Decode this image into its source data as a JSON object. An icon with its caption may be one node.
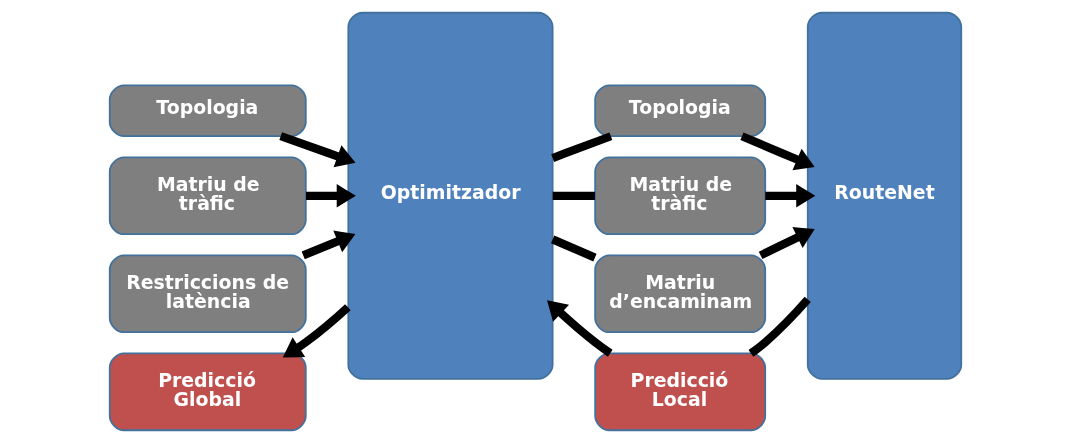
{
  "diagram": {
    "nodes": [
      {
        "text": [
          "Topologia"
        ]
      },
      {
        "text": [
          "Matriu de tràfic"
        ]
      },
      {
        "text": [
          "Restriccions de latència"
        ]
      },
      {
        "text": [
          "Predicció Global"
        ]
      },
      {
        "text": [
          "Optimitzador"
        ]
      },
      {
        "text": [
          "Topologia"
        ]
      },
      {
        "text": [
          "Matriu de tràfic"
        ]
      },
      {
        "text": [
          "Matriu d’encaminam"
        ]
      },
      {
        "text": [
          "Predicció Local"
        ]
      },
      {
        "text": [
          "RouteNet"
        ]
      }
    ],
    "edges": [
      {
        "from": 0,
        "to": 4,
        "arrow": "to"
      },
      {
        "from": 1,
        "to": 4,
        "arrow": "to"
      },
      {
        "from": 2,
        "to": 4,
        "arrow": "to"
      },
      {
        "from": 4,
        "to": 3,
        "arrow": "to"
      },
      {
        "from": 4,
        "to": 5,
        "arrow": "none"
      },
      {
        "from": 5,
        "to": 9,
        "arrow": "to"
      },
      {
        "from": 4,
        "to": 6,
        "arrow": "none"
      },
      {
        "from": 6,
        "to": 9,
        "arrow": "to"
      },
      {
        "from": 4,
        "to": 7,
        "arrow": "none"
      },
      {
        "from": 7,
        "to": 9,
        "arrow": "to"
      },
      {
        "from": 9,
        "to": 8,
        "arrow": "none"
      },
      {
        "from": 8,
        "to": 4,
        "arrow": "to"
      }
    ]
  }
}
